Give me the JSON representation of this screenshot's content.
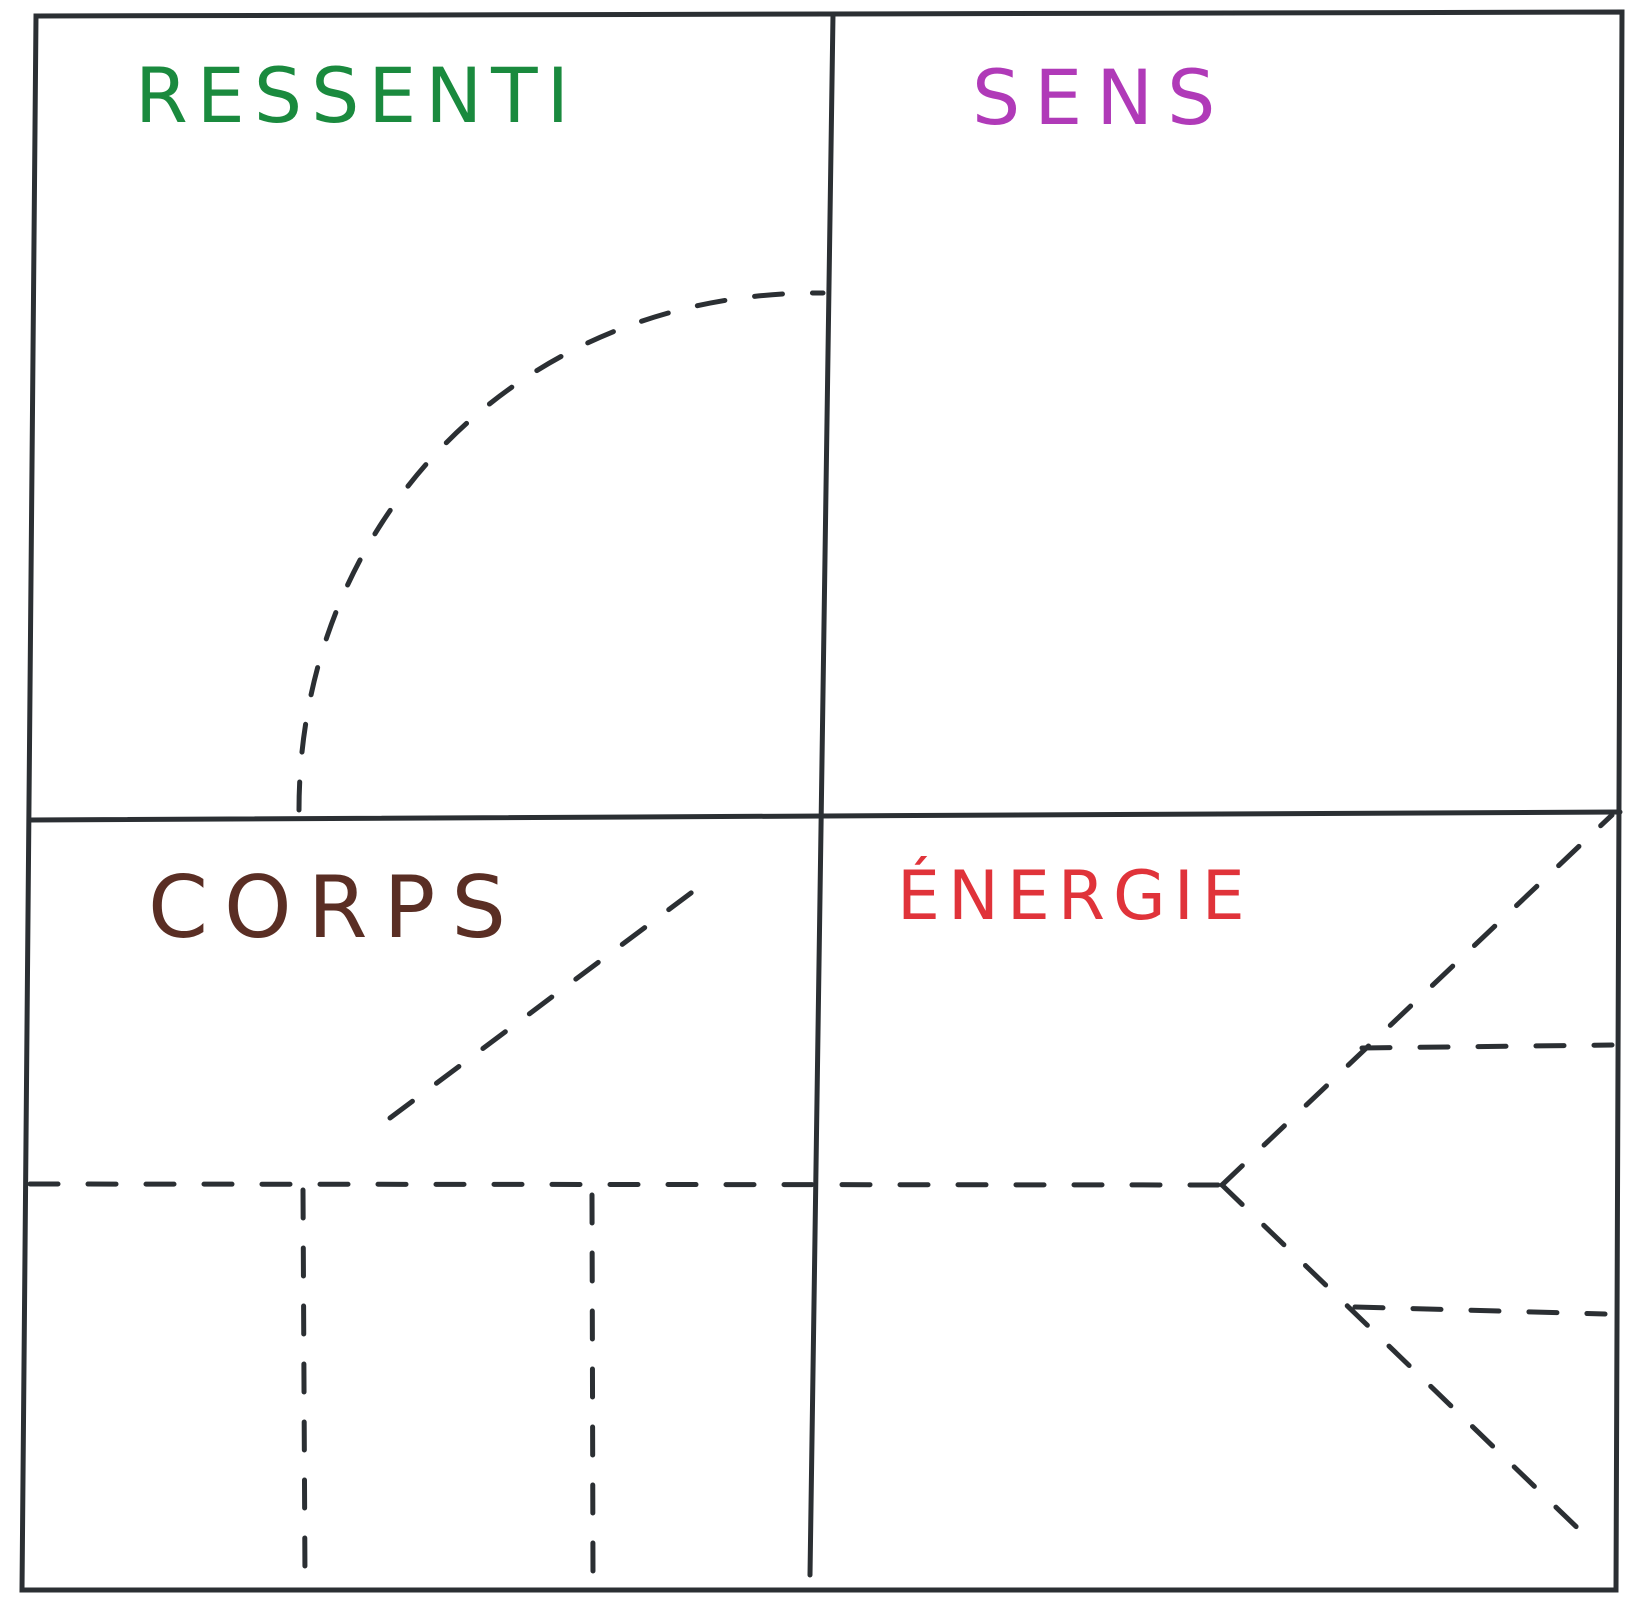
{
  "quadrants": {
    "top_left": {
      "label": "RESSENTI",
      "color": "#1a8a3e"
    },
    "top_right": {
      "label": "SENS",
      "color": "#b03ab8"
    },
    "bottom_left": {
      "label": "CORPS",
      "color": "#5a2e24"
    },
    "bottom_right": {
      "label": "ÉNERGIE",
      "color": "#e0333a"
    }
  },
  "line_color": "#2b2f33"
}
